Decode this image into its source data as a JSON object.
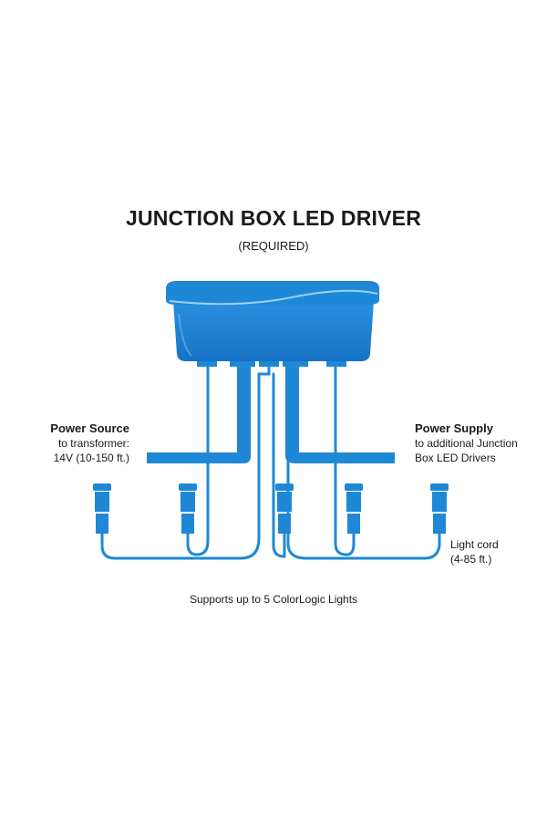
{
  "title": "JUNCTION BOX LED DRIVER",
  "subtitle": "(REQUIRED)",
  "left": {
    "heading": "Power Source",
    "line1": "to transformer:",
    "line2": "14V (10-150 ft.)"
  },
  "right": {
    "heading": "Power Supply",
    "line1": "to additional Junction",
    "line2": "Box LED Drivers"
  },
  "cord": {
    "line1": "Light cord",
    "line2": "(4-85 ft.)"
  },
  "caption": "Supports up to 5 ColorLogic Lights",
  "colors": {
    "accent": "#1e88d6",
    "accent_dark": "#0f5fa8",
    "text": "#1a1a1a"
  },
  "icons": [
    "junction-box-icon",
    "light-fixture-icon"
  ]
}
